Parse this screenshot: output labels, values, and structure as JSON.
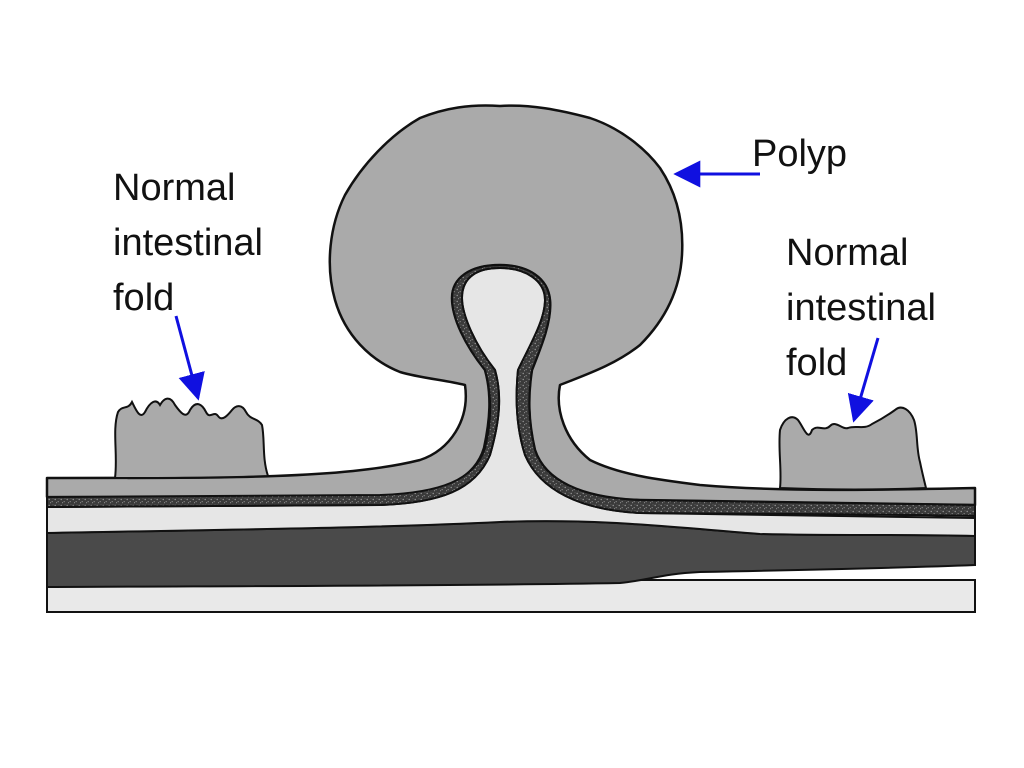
{
  "labels": {
    "polyp": "Polyp",
    "left_fold": [
      "Normal",
      "intestinal",
      "fold"
    ],
    "right_fold": [
      "Normal",
      "intestinal",
      "fold"
    ]
  },
  "colors": {
    "mucosa": "#aaaaaa",
    "stalk": "#e6e6e6",
    "muscularis": "#4a4a4a",
    "submucosa_band": "#e9e9e9",
    "arrow": "#1010e0",
    "outline": "#111111"
  }
}
